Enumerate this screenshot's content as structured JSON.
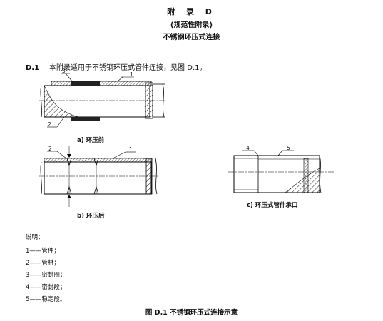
{
  "header": {
    "appendix_title": "附 录 D",
    "appendix_type": "(规范性附录)",
    "appendix_subject": "不锈钢环压式连接"
  },
  "paragraph": {
    "number": "D.1",
    "text": "本附录适用于不锈钢环压式管件连接，见图 D.1。"
  },
  "figures": {
    "a": {
      "caption": "a)  环压前",
      "callouts": [
        "3",
        "1",
        "2"
      ]
    },
    "b": {
      "caption": "b)  环压后",
      "callouts": [
        "2",
        "1"
      ]
    },
    "c": {
      "caption": "c)  环压式管件承口",
      "callouts": [
        "4",
        "5"
      ]
    }
  },
  "legend": {
    "title": "说明：",
    "items": [
      "1——管件；",
      "2——管材；",
      "3——密封圈；",
      "4——密封段；",
      "5——稳定段。"
    ]
  },
  "figure_title": "图 D.1   不锈钢环压式连接示意"
}
